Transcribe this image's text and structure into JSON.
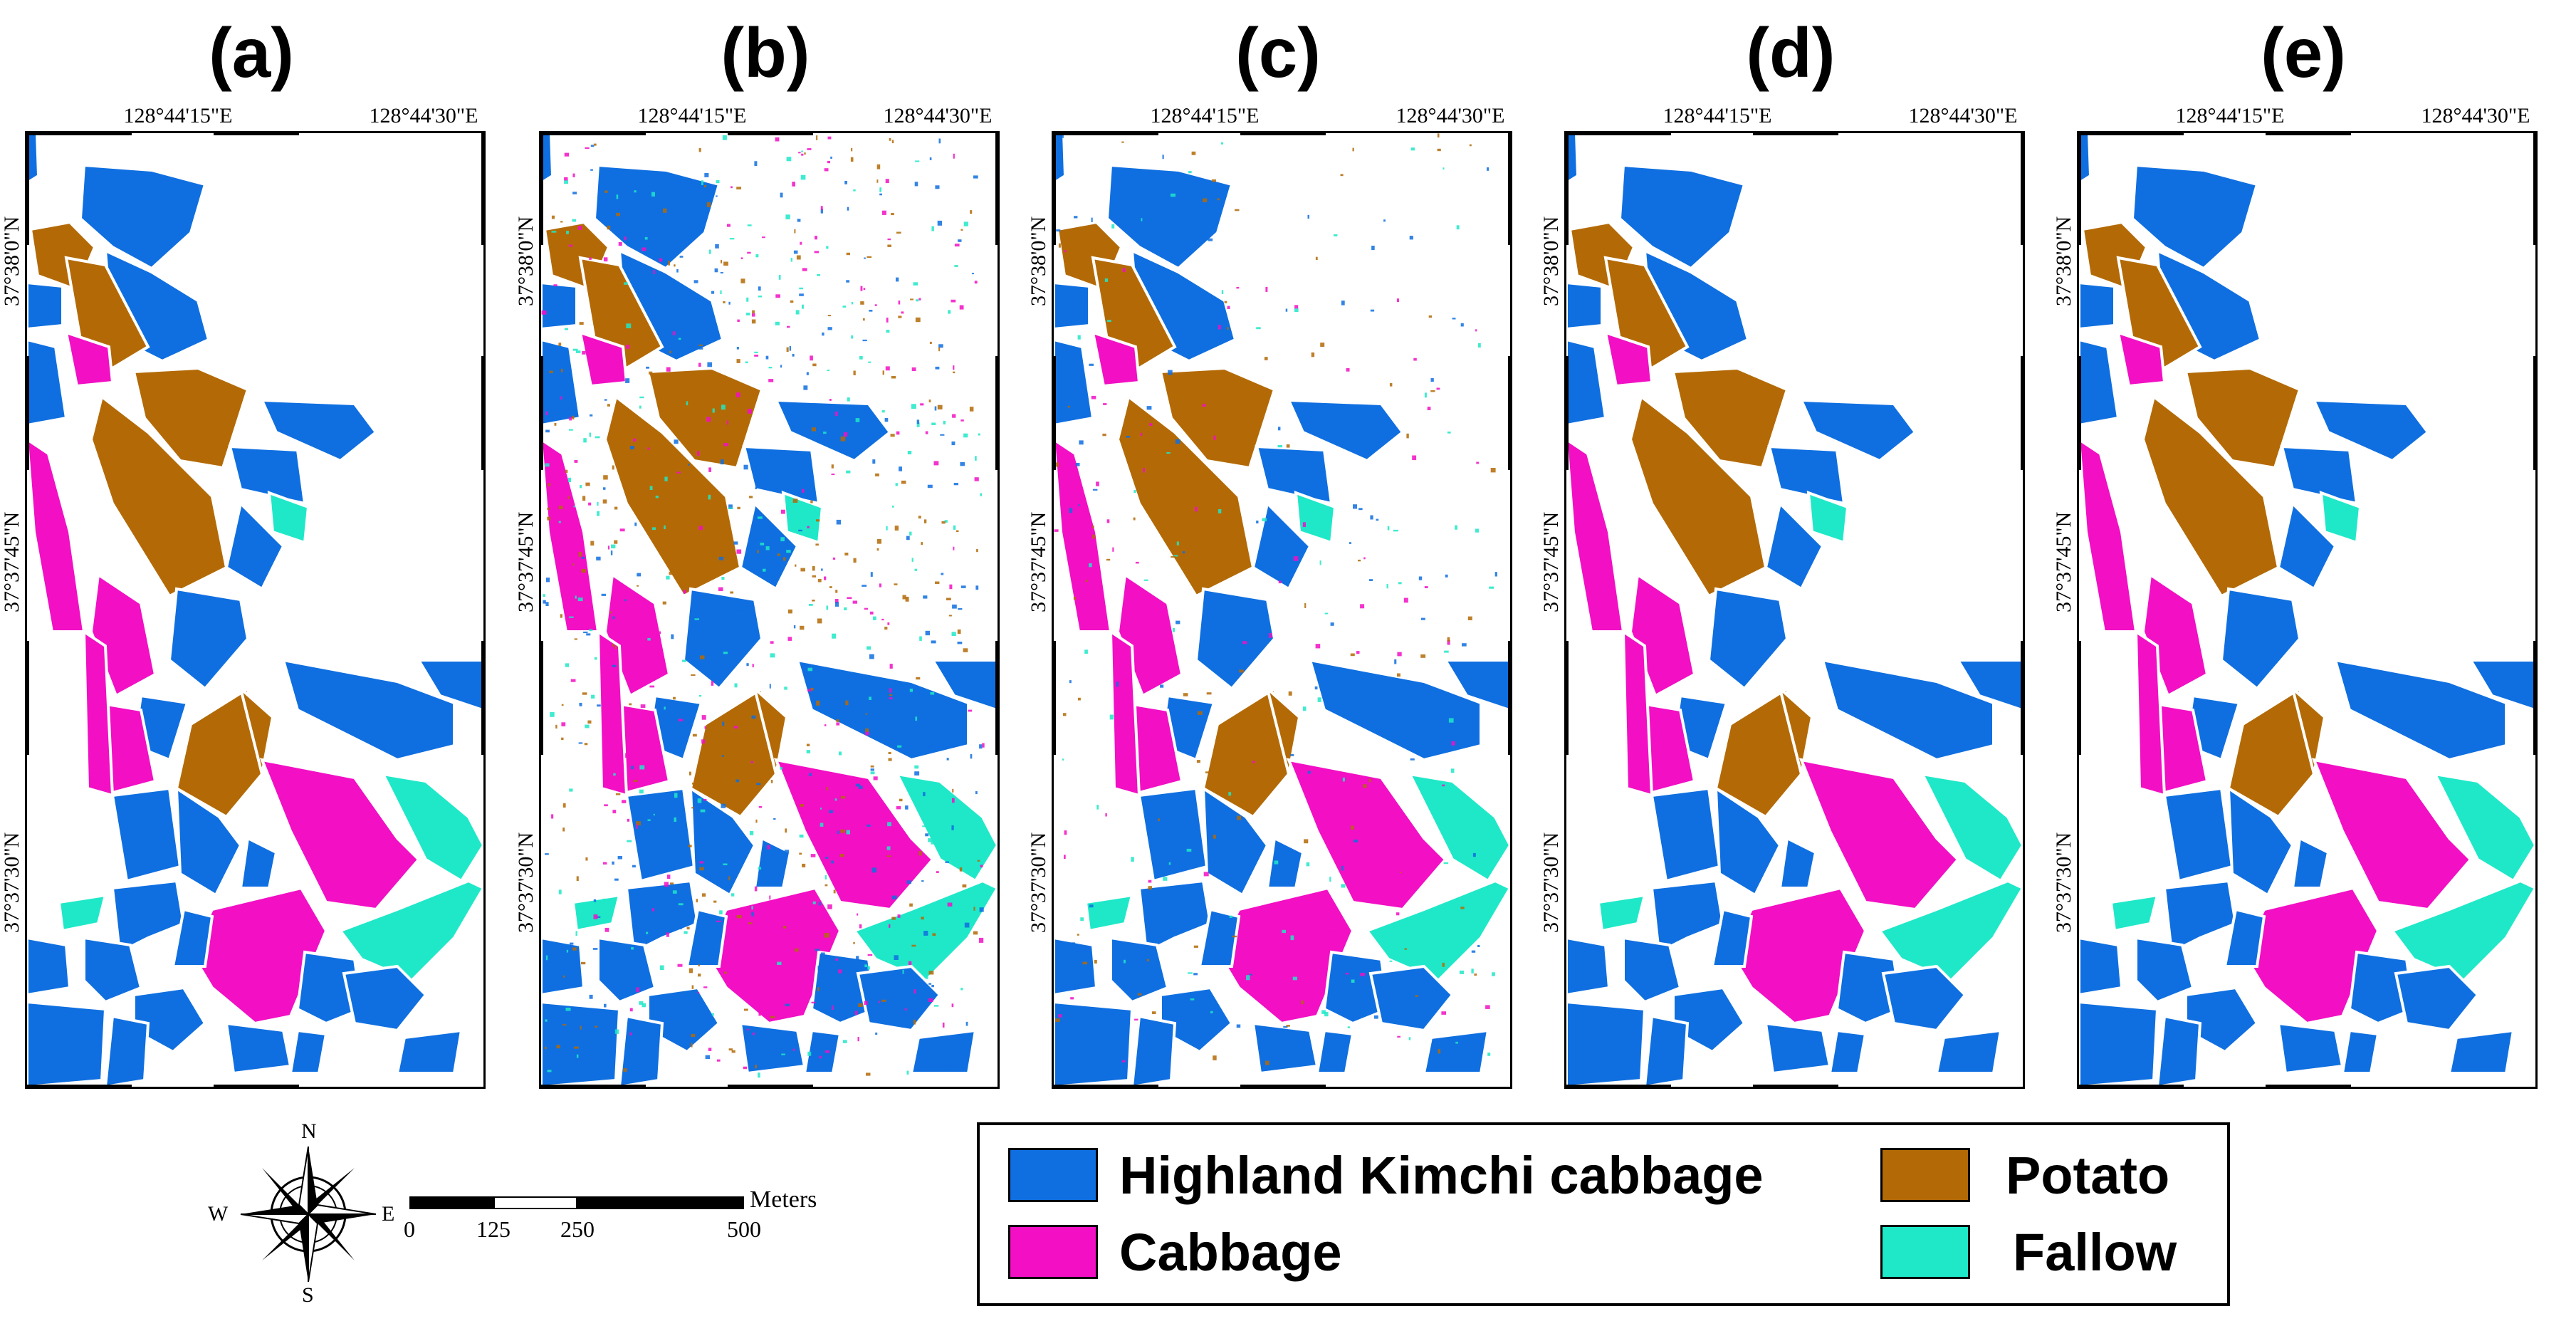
{
  "panels": [
    {
      "label": "(a)",
      "variant": "reference"
    },
    {
      "label": "(b)",
      "variant": "noisy"
    },
    {
      "label": "(c)",
      "variant": "light-noise"
    },
    {
      "label": "(d)",
      "variant": "clean"
    },
    {
      "label": "(e)",
      "variant": "clean"
    }
  ],
  "axes": {
    "lon_labels": [
      "128°44'15\"E",
      "128°44'30\"E"
    ],
    "lat_labels": [
      "37°38'0\"N",
      "37°37'45\"N",
      "37°37'30\"N"
    ]
  },
  "legend": {
    "items": [
      {
        "label": "Highland Kimchi cabbage",
        "color": "#0f6fe0"
      },
      {
        "label": "Potato",
        "color": "#b36a06"
      },
      {
        "label": "Cabbage",
        "color": "#f20fc4"
      },
      {
        "label": "Fallow",
        "color": "#1fe8c8"
      }
    ]
  },
  "scale_bar": {
    "unit": "Meters",
    "ticks": [
      "0",
      "125",
      "250",
      "500"
    ]
  },
  "compass": {
    "n": "N",
    "s": "S",
    "e": "E",
    "w": "W"
  },
  "colors": {
    "highland_kimchi_cabbage": "#0f6fe0",
    "cabbage": "#f20fc4",
    "potato": "#b36a06",
    "fallow": "#1fe8c8"
  }
}
